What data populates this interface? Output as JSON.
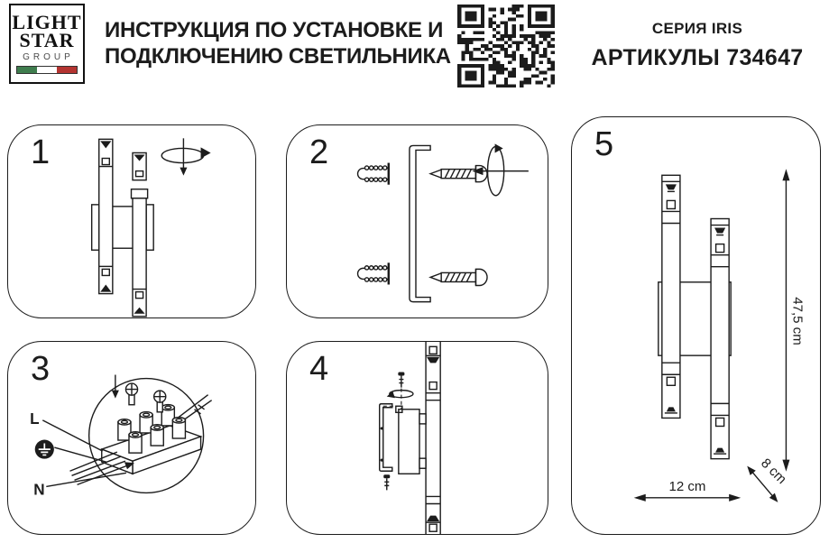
{
  "header": {
    "logo": {
      "line1": "LIGHT",
      "line2": "STAR",
      "line3": "GROUP"
    },
    "title_line1": "ИНСТРУКЦИЯ ПО УСТАНОВКЕ И",
    "title_line2": "ПОДКЛЮЧЕНИЮ СВЕТИЛЬНИКА",
    "series": "СЕРИЯ IRIS",
    "articles": "АРТИКУЛЫ 734647"
  },
  "colors": {
    "ink": "#1c1c1c",
    "flag_green": "#3f7d4e",
    "flag_white": "#ffffff",
    "flag_red": "#b43431"
  },
  "steps": [
    {
      "number": "1"
    },
    {
      "number": "2"
    },
    {
      "number": "3",
      "labels": {
        "live": "L",
        "neutral": "N"
      }
    },
    {
      "number": "4"
    },
    {
      "number": "5",
      "dimensions": {
        "height": "47,5 cm",
        "depth": "8 cm",
        "width": "12 cm"
      }
    }
  ]
}
